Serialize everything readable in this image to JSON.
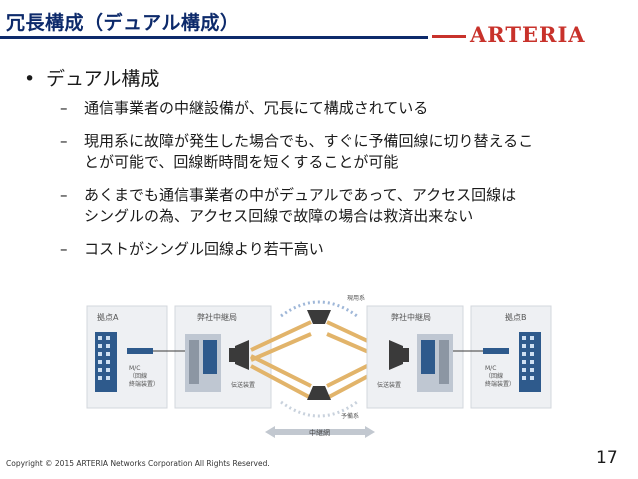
{
  "slide": {
    "title": "冗長構成（デュアル構成）",
    "logo_text": "ARTERIA",
    "main_bullet_symbol": "•",
    "main_bullet": "デュアル構成",
    "sub_dash": "–",
    "sub_bullets": [
      {
        "lines": [
          "通信事業者の中継設備が、冗長にて構成されている"
        ]
      },
      {
        "lines": [
          "現用系に故障が発生した場合でも、すぐに予備回線に切り替えるこ",
          "とが可能で、回線断時間を短くすることが可能"
        ]
      },
      {
        "lines": [
          "あくまでも通信事業者の中がデュアルであって、アクセス回線は",
          "シングルの為、アクセス回線で故障の場合は救済出来ない"
        ]
      },
      {
        "lines": [
          "コストがシングル回線より若干高い"
        ]
      }
    ],
    "copyright": "Copyright © 2015 ARTERIA Networks Corporation All Rights Reserved.",
    "page_number": "17"
  },
  "diagram": {
    "site_a": "拠点A",
    "site_b": "拠点B",
    "relay_left": "弊社中継局",
    "relay_right": "弊社中継局",
    "mc_left": [
      "M/C",
      "（回線",
      "終端装置）"
    ],
    "mc_right": [
      "M/C",
      "（回線",
      "終端装置）"
    ],
    "tx_left": "伝送装置",
    "tx_right": "伝送装置",
    "active_label": "現用系",
    "standby_label": "予備系",
    "backbone_label": "中継網"
  },
  "colors": {
    "title": "#0d2a6b",
    "logo": "#c8322b",
    "panel": "#eef0f3",
    "building": "#2e5a8c",
    "cable": "#e2b46a"
  }
}
